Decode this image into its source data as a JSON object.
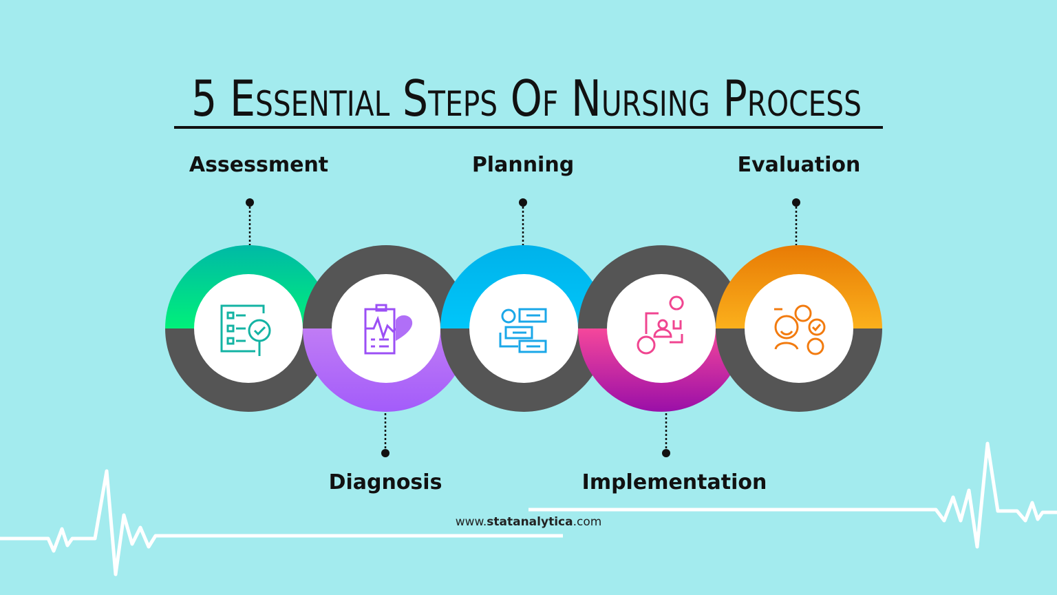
{
  "title": "5 Essential Steps Of Nursing Process",
  "steps": [
    {
      "label": "Assessment",
      "icon": "checklist-magnifier-icon",
      "color": "#00c9a7",
      "position": "top"
    },
    {
      "label": "Diagnosis",
      "icon": "clipboard-heart-icon",
      "color": "#a966f5",
      "position": "bottom"
    },
    {
      "label": "Planning",
      "icon": "numbered-plan-gear-icon",
      "color": "#00bdf2",
      "position": "top"
    },
    {
      "label": "Implementation",
      "icon": "idea-person-gear-icon",
      "color": "#e3368f",
      "position": "bottom"
    },
    {
      "label": "Evaluation",
      "icon": "person-review-icon",
      "color": "#f39a14",
      "position": "top"
    }
  ],
  "footer": {
    "prefix": "www.",
    "brand": "statanalytica",
    "suffix": ".com"
  },
  "colors": {
    "background": "#a3ebee",
    "ring_gray": "#555555"
  }
}
